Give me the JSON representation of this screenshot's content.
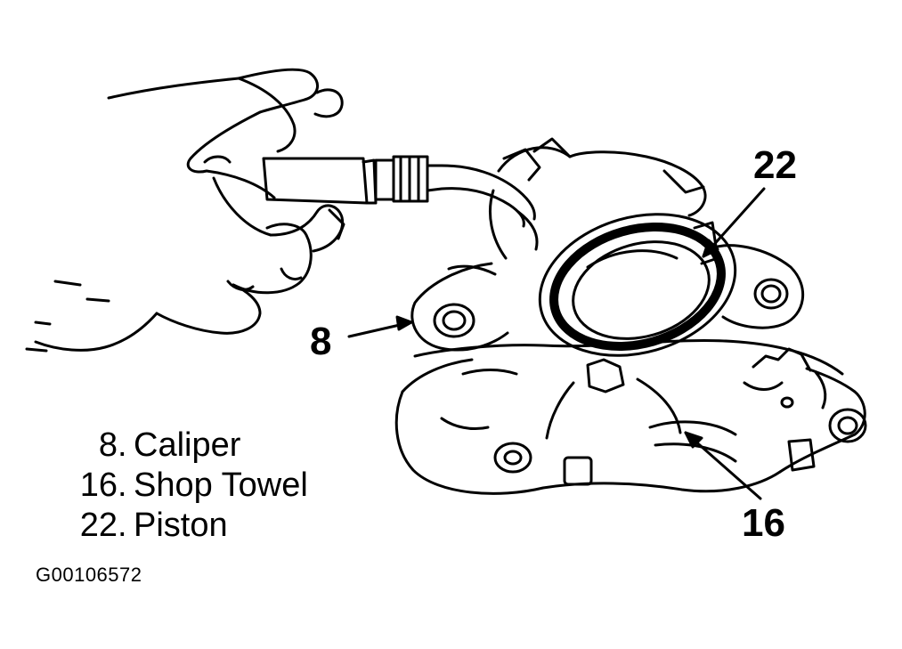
{
  "callouts": [
    {
      "number": "22"
    },
    {
      "number": "8"
    },
    {
      "number": "16"
    }
  ],
  "legend": [
    {
      "number": "8",
      "label": "Caliper"
    },
    {
      "number": "16",
      "label": "Shop Towel"
    },
    {
      "number": "22",
      "label": "Piston"
    }
  ],
  "figure_id": "G00106572",
  "colors": {
    "ink": "#000000",
    "paper": "#ffffff"
  }
}
